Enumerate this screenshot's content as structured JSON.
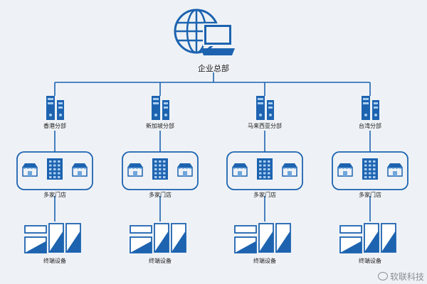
{
  "headquarters": {
    "label": "企业总部",
    "icon": "globe-computer-icon"
  },
  "branches": [
    {
      "name": "香港分部",
      "stores_label": "多家门店",
      "terminals_label": "终端设备"
    },
    {
      "name": "新加坡分部",
      "stores_label": "多家门店",
      "terminals_label": "终端设备"
    },
    {
      "name": "马来西亚分部",
      "stores_label": "多家门店",
      "terminals_label": "终端设备"
    },
    {
      "name": "台湾分部",
      "stores_label": "多家门店",
      "terminals_label": "终端设备"
    }
  ],
  "watermark": "软联科技",
  "colors": {
    "primary": "#1d63b0",
    "light": "#6fa6dc",
    "line": "#1d63b0",
    "background": "#eef2f6"
  }
}
